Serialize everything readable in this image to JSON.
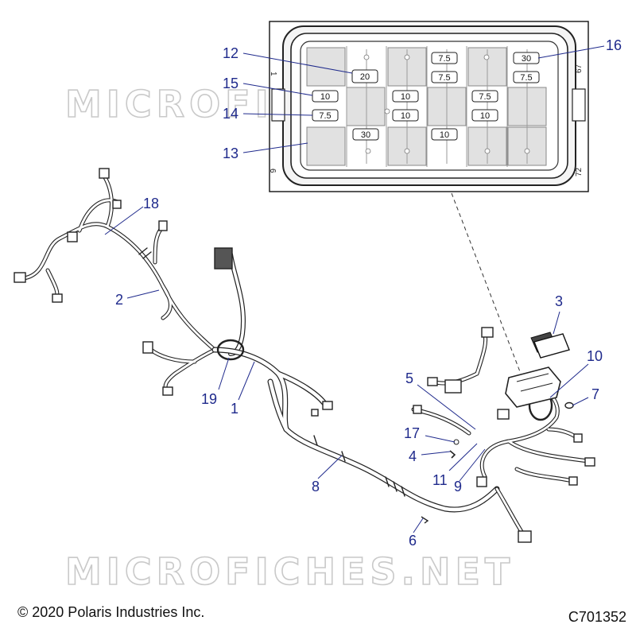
{
  "watermark": "MICROFICHES.NET",
  "copyright": "© 2020 Polaris Industries Inc.",
  "diagram_code": "C701352",
  "fuse_box": {
    "pin_numbers": [
      "1",
      "67",
      "6",
      "72"
    ],
    "fuses": [
      {
        "id": "f1",
        "rating": "20"
      },
      {
        "id": "f2",
        "rating": "10"
      },
      {
        "id": "f3",
        "rating": "7.5"
      },
      {
        "id": "f4",
        "rating": "30"
      },
      {
        "id": "f5",
        "rating": "10"
      },
      {
        "id": "f6",
        "rating": "10"
      },
      {
        "id": "f7",
        "rating": "7.5"
      },
      {
        "id": "f8",
        "rating": "7.5"
      },
      {
        "id": "f9",
        "rating": "10"
      },
      {
        "id": "f10",
        "rating": "7.5"
      },
      {
        "id": "f11",
        "rating": "10"
      },
      {
        "id": "f12",
        "rating": "30"
      },
      {
        "id": "f13",
        "rating": "7.5"
      }
    ]
  },
  "callouts": [
    {
      "id": "c1",
      "label": "1"
    },
    {
      "id": "c2",
      "label": "2"
    },
    {
      "id": "c3",
      "label": "3"
    },
    {
      "id": "c4",
      "label": "4"
    },
    {
      "id": "c5",
      "label": "5"
    },
    {
      "id": "c6",
      "label": "6"
    },
    {
      "id": "c7",
      "label": "7"
    },
    {
      "id": "c8",
      "label": "8"
    },
    {
      "id": "c9",
      "label": "9"
    },
    {
      "id": "c10",
      "label": "10"
    },
    {
      "id": "c11",
      "label": "11"
    },
    {
      "id": "c12",
      "label": "12"
    },
    {
      "id": "c13",
      "label": "13"
    },
    {
      "id": "c14",
      "label": "14"
    },
    {
      "id": "c15",
      "label": "15"
    },
    {
      "id": "c16",
      "label": "16"
    },
    {
      "id": "c17",
      "label": "17"
    },
    {
      "id": "c18",
      "label": "18"
    },
    {
      "id": "c19",
      "label": "19"
    }
  ]
}
